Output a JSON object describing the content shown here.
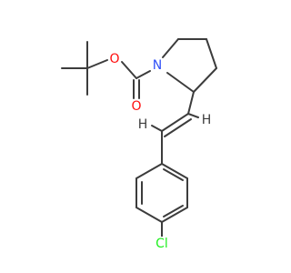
{
  "molecule": {
    "colors": {
      "bond": "#3c3c3c",
      "oxygen": "#ff0d0d",
      "nitrogen": "#3050f8",
      "chlorine": "#1ff01f",
      "hydrogen": "#3c3c3c"
    },
    "labels": {
      "ester_oxygen": "O",
      "carbonyl_oxygen": "O",
      "ring_nitrogen": "N",
      "vinyl_h_right": "H",
      "vinyl_h_left": "H",
      "chlorine": "Cl"
    }
  }
}
